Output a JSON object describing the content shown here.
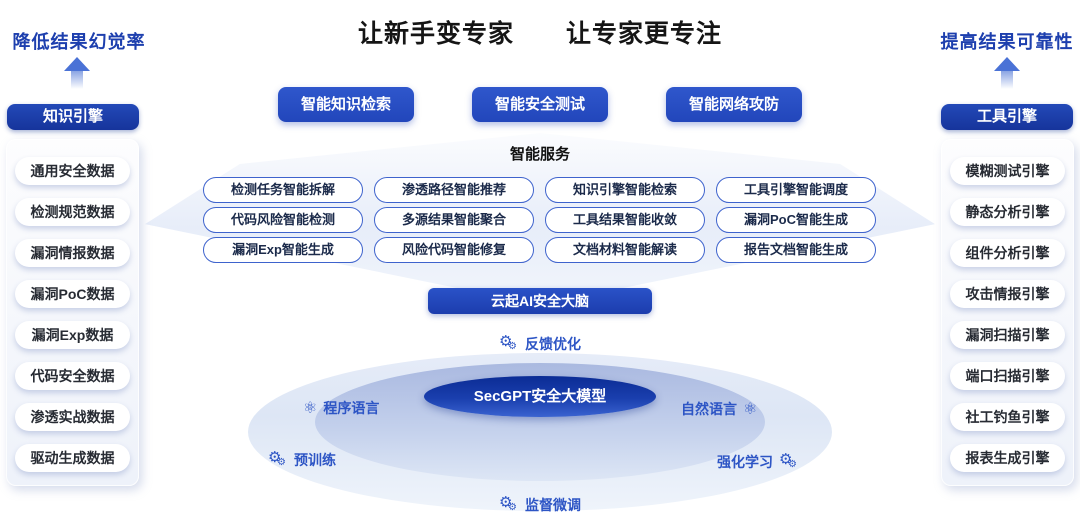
{
  "title": "让新手变专家　　让专家更专注",
  "colors": {
    "primary_button": "#2a50c6",
    "header_pill": "#1d3fae",
    "model_ellipse": "#0e2f94",
    "accent_text": "#2d55c5",
    "pill_border": "#3e63cd"
  },
  "left_panel": {
    "caption": "降低结果幻觉率",
    "header": "知识引擎",
    "items": [
      "通用安全数据",
      "检测规范数据",
      "漏洞情报数据",
      "漏洞PoC数据",
      "漏洞Exp数据",
      "代码安全数据",
      "渗透实战数据",
      "驱动生成数据"
    ]
  },
  "right_panel": {
    "caption": "提高结果可靠性",
    "header": "工具引擎",
    "items": [
      "模糊测试引擎",
      "静态分析引擎",
      "组件分析引擎",
      "攻击情报引擎",
      "漏洞扫描引擎",
      "端口扫描引擎",
      "社工钓鱼引擎",
      "报表生成引擎"
    ]
  },
  "service_buttons": [
    "智能知识检索",
    "智能安全测试",
    "智能网络攻防"
  ],
  "services": {
    "label": "智能服务",
    "pills": [
      "检测任务智能拆解",
      "渗透路径智能推荐",
      "知识引擎智能检索",
      "工具引擎智能调度",
      "代码风险智能检测",
      "多源结果智能聚合",
      "工具结果智能收敛",
      "漏洞PoC智能生成",
      "漏洞Exp智能生成",
      "风险代码智能修复",
      "文档材料智能解读",
      "报告文档智能生成"
    ]
  },
  "brain_bar": "云起AI安全大脑",
  "model": {
    "name": "SecGPT安全大模型",
    "feedback": "反馈优化",
    "input_left": "程序语言",
    "input_right": "自然语言",
    "train_left": "预训练",
    "train_right": "强化学习",
    "train_bottom": "监督微调"
  }
}
